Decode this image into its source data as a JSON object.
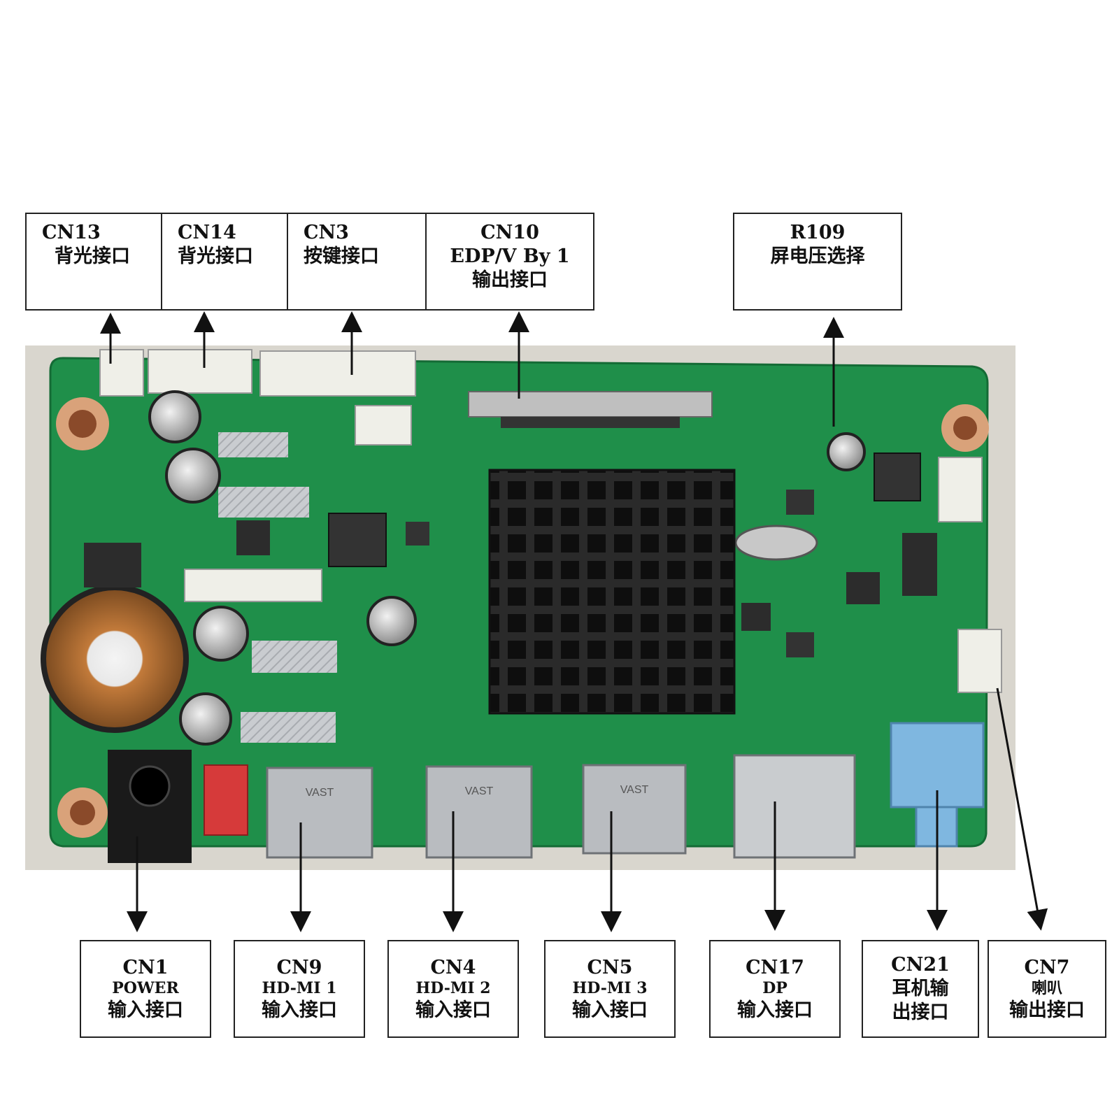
{
  "colors": {
    "pcb": "#1f8f4a",
    "pcb_dark": "#157a3a",
    "heatsink": "#1c1c1c",
    "hdmi": "#b9bcc0",
    "jack_blue": "#7fb7e0",
    "connector_red": "#d63a3a",
    "connector_white": "#efefe8",
    "border": "#222222"
  },
  "top_labels": [
    {
      "id": "cn13",
      "line1": "CN13",
      "line2": "背光接口",
      "line3": ""
    },
    {
      "id": "cn14",
      "line1": "CN14",
      "line2": "背光接口",
      "line3": ""
    },
    {
      "id": "cn3",
      "line1": "CN3",
      "line2": "按键接口",
      "line3": ""
    },
    {
      "id": "cn10",
      "line1": "CN10",
      "line2": "EDP/V By 1",
      "line3": "输出接口"
    },
    {
      "id": "r109",
      "line1": "R109",
      "line2": "屏电压选择",
      "line3": ""
    }
  ],
  "bottom_labels": [
    {
      "id": "cn1",
      "line1": "CN1",
      "line2": "POWER",
      "line3": "输入接口"
    },
    {
      "id": "cn9",
      "line1": "CN9",
      "line2": "HD-MI 1",
      "line3": "输入接口"
    },
    {
      "id": "cn4",
      "line1": "CN4",
      "line2": "HD-MI 2",
      "line3": "输入接口"
    },
    {
      "id": "cn5",
      "line1": "CN5",
      "line2": "HD-MI 3",
      "line3": "输入接口"
    },
    {
      "id": "cn17",
      "line1": "CN17",
      "line2": "DP",
      "line3": "输入接口"
    },
    {
      "id": "cn21",
      "line1": "CN21",
      "line2": "耳机输",
      "line3": "出接口"
    },
    {
      "id": "cn7",
      "line1": "CN7",
      "line2": "喇叭",
      "line3": "输出接口"
    }
  ],
  "board_text": {
    "hdmi_brand": "VAST"
  }
}
